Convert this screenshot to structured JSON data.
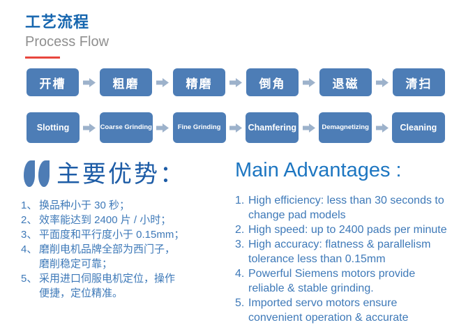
{
  "header": {
    "title_zh": "工艺流程",
    "title_en": "Process Flow"
  },
  "flow": {
    "rows": [
      {
        "name": "flow-row-chinese",
        "steps": [
          "开槽",
          "粗磨",
          "精磨",
          "倒角",
          "退磁",
          "清扫"
        ]
      },
      {
        "name": "flow-row-english",
        "steps": [
          "Slotting",
          "Coarse Grinding",
          "Fine Grinding",
          "Chamfering",
          "Demagnetizing",
          "Cleaning"
        ]
      }
    ]
  },
  "advantages": {
    "zh": {
      "heading": "主要优势：",
      "quote_icon": "double-quote-icon",
      "items": [
        {
          "num": "1、",
          "lines": [
            "换品种小于 30 秒；"
          ]
        },
        {
          "num": "2、",
          "lines": [
            "效率能达到 2400 片 / 小时；"
          ]
        },
        {
          "num": "3、",
          "lines": [
            "平面度和平行度小于 0.15mm；"
          ]
        },
        {
          "num": "4、",
          "lines": [
            "磨削电机品牌全部为西门子，",
            "磨削稳定可靠；"
          ]
        },
        {
          "num": "5、",
          "lines": [
            "采用进口伺服电机定位，操作",
            "便捷，定位精准。"
          ]
        }
      ]
    },
    "en": {
      "heading": "Main Advantages :",
      "items": [
        {
          "num": "1.",
          "lines": [
            "High efficiency: less than 30 seconds to",
            "change pad models"
          ]
        },
        {
          "num": "2.",
          "lines": [
            "High speed: up to 2400 pads per minute"
          ]
        },
        {
          "num": "3.",
          "lines": [
            "High accuracy: flatness & parallelism",
            "tolerance less than 0.15mm"
          ]
        },
        {
          "num": "4.",
          "lines": [
            "Powerful Siemens motors provide",
            "reliable & stable grinding."
          ]
        },
        {
          "num": "5.",
          "lines": [
            "Imported servo motors ensure",
            "convenient operation & accurate"
          ]
        }
      ]
    }
  },
  "colors": {
    "title_blue": "#1565ae",
    "subtitle_gray": "#8f8f8f",
    "accent_red": "#e8463d",
    "box_blue": "#4d7db6",
    "arrow_blue": "#9db2cb",
    "heading_zh_blue": "#1d5ca6",
    "heading_en_blue": "#1d76c1",
    "list_blue": "#3e79b8",
    "quote_blue": "#4d7cb5"
  }
}
